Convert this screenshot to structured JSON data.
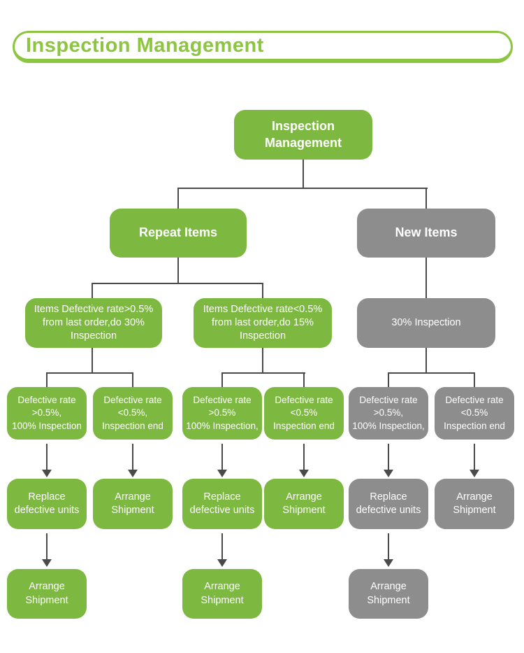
{
  "header": {
    "title": "Inspection Management"
  },
  "colors": {
    "node_green": "#7db941",
    "node_gray": "#8d8d8d",
    "connector_line": "#4a4a4a",
    "header_green": "#8cc53f",
    "node_text": "#ffffff"
  },
  "nodes": {
    "root": {
      "label": "Inspection\nManagement"
    },
    "repeat_items": {
      "label": "Repeat Items"
    },
    "new_items": {
      "label": "New Items"
    },
    "repeat_high": {
      "label": "Items Defective rate>0.5%\nfrom last order,do 30%\nInspection"
    },
    "repeat_low": {
      "label": "Items Defective rate<0.5%\nfrom last order,do 15%\nInspection"
    },
    "new_30": {
      "label": "30% Inspection"
    },
    "q1": {
      "label": "Defective rate\n>0.5%,\n100% Inspection"
    },
    "q2": {
      "label": "Defective rate\n<0.5%,\nInspection end"
    },
    "q3": {
      "label": "Defective rate\n>0.5%\n100% Inspection,"
    },
    "q4": {
      "label": "Defective rate\n<0.5%\nInspection end"
    },
    "q5": {
      "label": "Defective rate\n>0.5%,\n100% Inspection,"
    },
    "q6": {
      "label": "Defective rate\n<0.5%\nInspection end"
    },
    "a1": {
      "label": "Replace\ndefective units"
    },
    "a2": {
      "label": "Arrange\nShipment"
    },
    "a3": {
      "label": "Replace\ndefective units"
    },
    "a4": {
      "label": "Arrange\nShipment"
    },
    "a5": {
      "label": "Replace\ndefective units"
    },
    "a6": {
      "label": "Arrange\nShipment"
    },
    "f1": {
      "label": "Arrange\nShipment"
    },
    "f2": {
      "label": "Arrange\nShipment"
    },
    "f3": {
      "label": "Arrange\nShipment"
    }
  }
}
